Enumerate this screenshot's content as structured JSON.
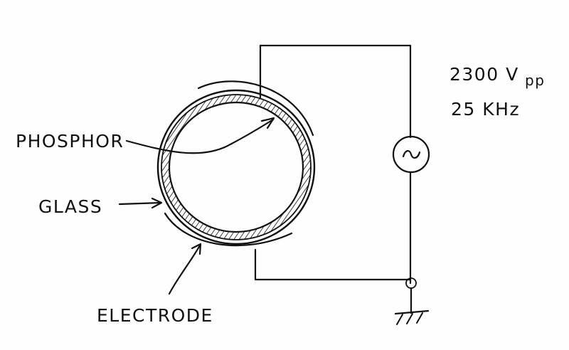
{
  "labels": {
    "phosphor": "PHOSPHOR",
    "glass": "GLASS",
    "electrode": "ELECTRODE"
  },
  "source": {
    "voltage": "2300 V",
    "voltage_unit": "pp",
    "frequency": "25 KHz",
    "symbol": "~"
  },
  "colors": {
    "ink": "#111111",
    "paper": "#fefefe"
  },
  "icons": {
    "ac-source": "ac-source-icon",
    "ground": "ground-icon"
  }
}
